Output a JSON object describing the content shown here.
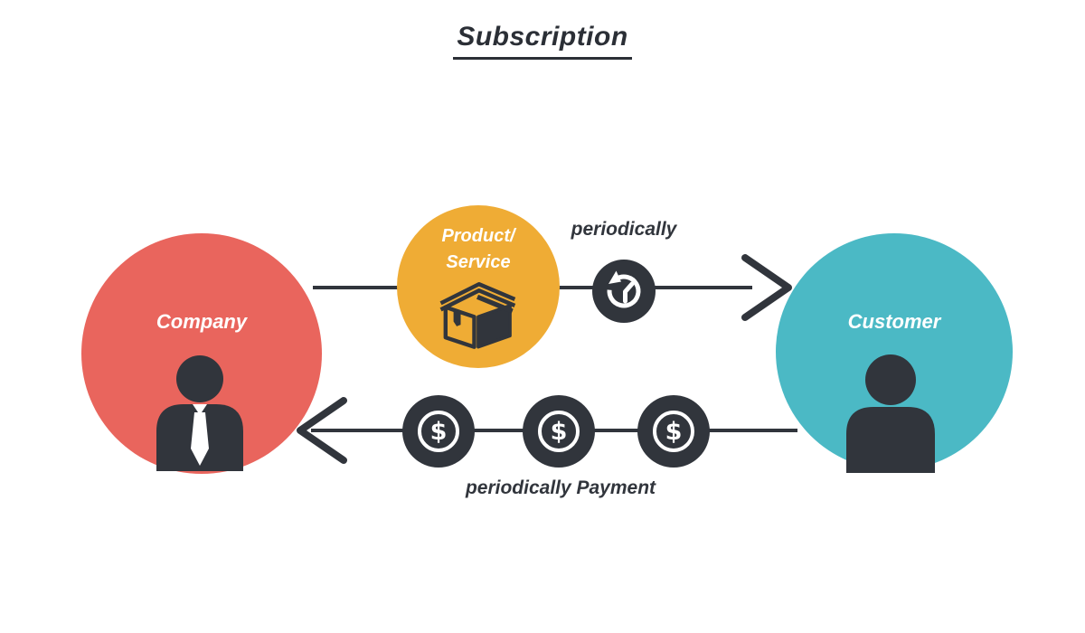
{
  "title": "Subscription",
  "palette": {
    "company_red": "#E9655D",
    "product_yellow": "#EFAC35",
    "customer_teal": "#4BB9C5",
    "ink_dark": "#31353C"
  },
  "company": {
    "label": "Company",
    "icon": "businessman-icon"
  },
  "customer": {
    "label": "Customer",
    "icon": "person-icon"
  },
  "product": {
    "line1": "Product/",
    "line2": "Service",
    "icon": "package-icon"
  },
  "delivery_flow": {
    "label": "periodically",
    "icon": "recurring-clock-icon",
    "direction": "company-to-customer"
  },
  "payment_flow": {
    "label": "periodically Payment",
    "icon": "dollar-coin-icon",
    "coin_symbol": "$",
    "coin_count": 3,
    "direction": "customer-to-company"
  }
}
